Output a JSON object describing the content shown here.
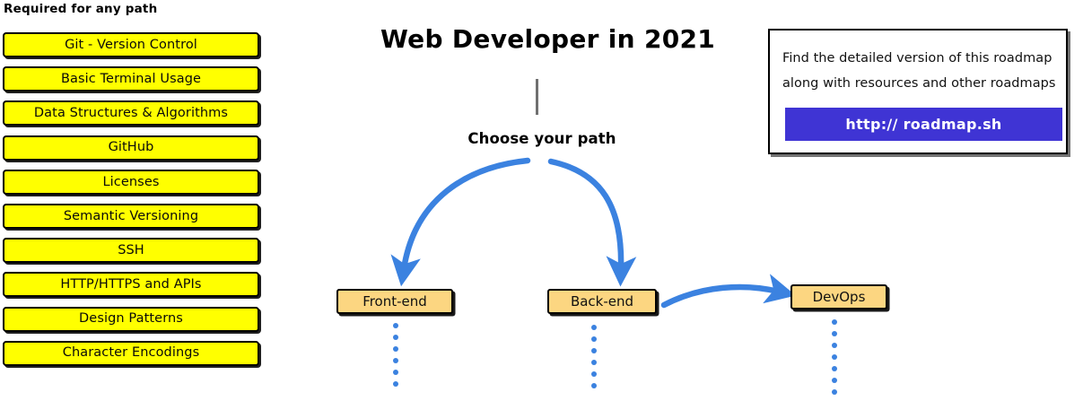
{
  "page": {
    "title": "Web Developer in 2021",
    "background_color": "#ffffff"
  },
  "colors": {
    "required_box_fill": "#ffff00",
    "required_box_border": "#000000",
    "path_node_fill": "#fcd681",
    "path_node_border": "#000000",
    "arrow_blue": "#3b82e0",
    "dot_blue": "#3b82e0",
    "button_blue": "#3f34d4",
    "stem_gray": "#707070",
    "text_black": "#000000"
  },
  "required_section": {
    "header": "Required for any path",
    "items": [
      {
        "label": "Git - Version Control"
      },
      {
        "label": "Basic Terminal Usage"
      },
      {
        "label": "Data Structures & Algorithms"
      },
      {
        "label": "GitHub"
      },
      {
        "label": "Licenses"
      },
      {
        "label": "Semantic Versioning"
      },
      {
        "label": "SSH"
      },
      {
        "label": "HTTP/HTTPS and APIs"
      },
      {
        "label": "Design Patterns"
      },
      {
        "label": "Character Encodings"
      }
    ]
  },
  "center": {
    "title": "Web Developer in 2021",
    "choose_label": "Choose your path",
    "stem_icon": "vertical-line-icon"
  },
  "paths": {
    "nodes": [
      {
        "id": "frontend",
        "label": "Front-end"
      },
      {
        "id": "backend",
        "label": "Back-end"
      },
      {
        "id": "devops",
        "label": "DevOps"
      }
    ],
    "arrows": [
      {
        "id": "to-frontend",
        "icon": "curved-arrow-down-left-icon",
        "from": "choose-your-path",
        "to": "Front-end"
      },
      {
        "id": "to-backend",
        "icon": "curved-arrow-down-right-icon",
        "from": "choose-your-path",
        "to": "Back-end"
      },
      {
        "id": "backend-to-devops",
        "icon": "curved-arrow-right-icon",
        "from": "Back-end",
        "to": "DevOps"
      }
    ],
    "dot_counts": {
      "frontend": 6,
      "backend": 6,
      "devops": 7
    }
  },
  "info_box": {
    "line1": "Find the detailed version of this roadmap",
    "line2": "along with resources and other roadmaps",
    "button_label": "http:// roadmap.sh"
  }
}
